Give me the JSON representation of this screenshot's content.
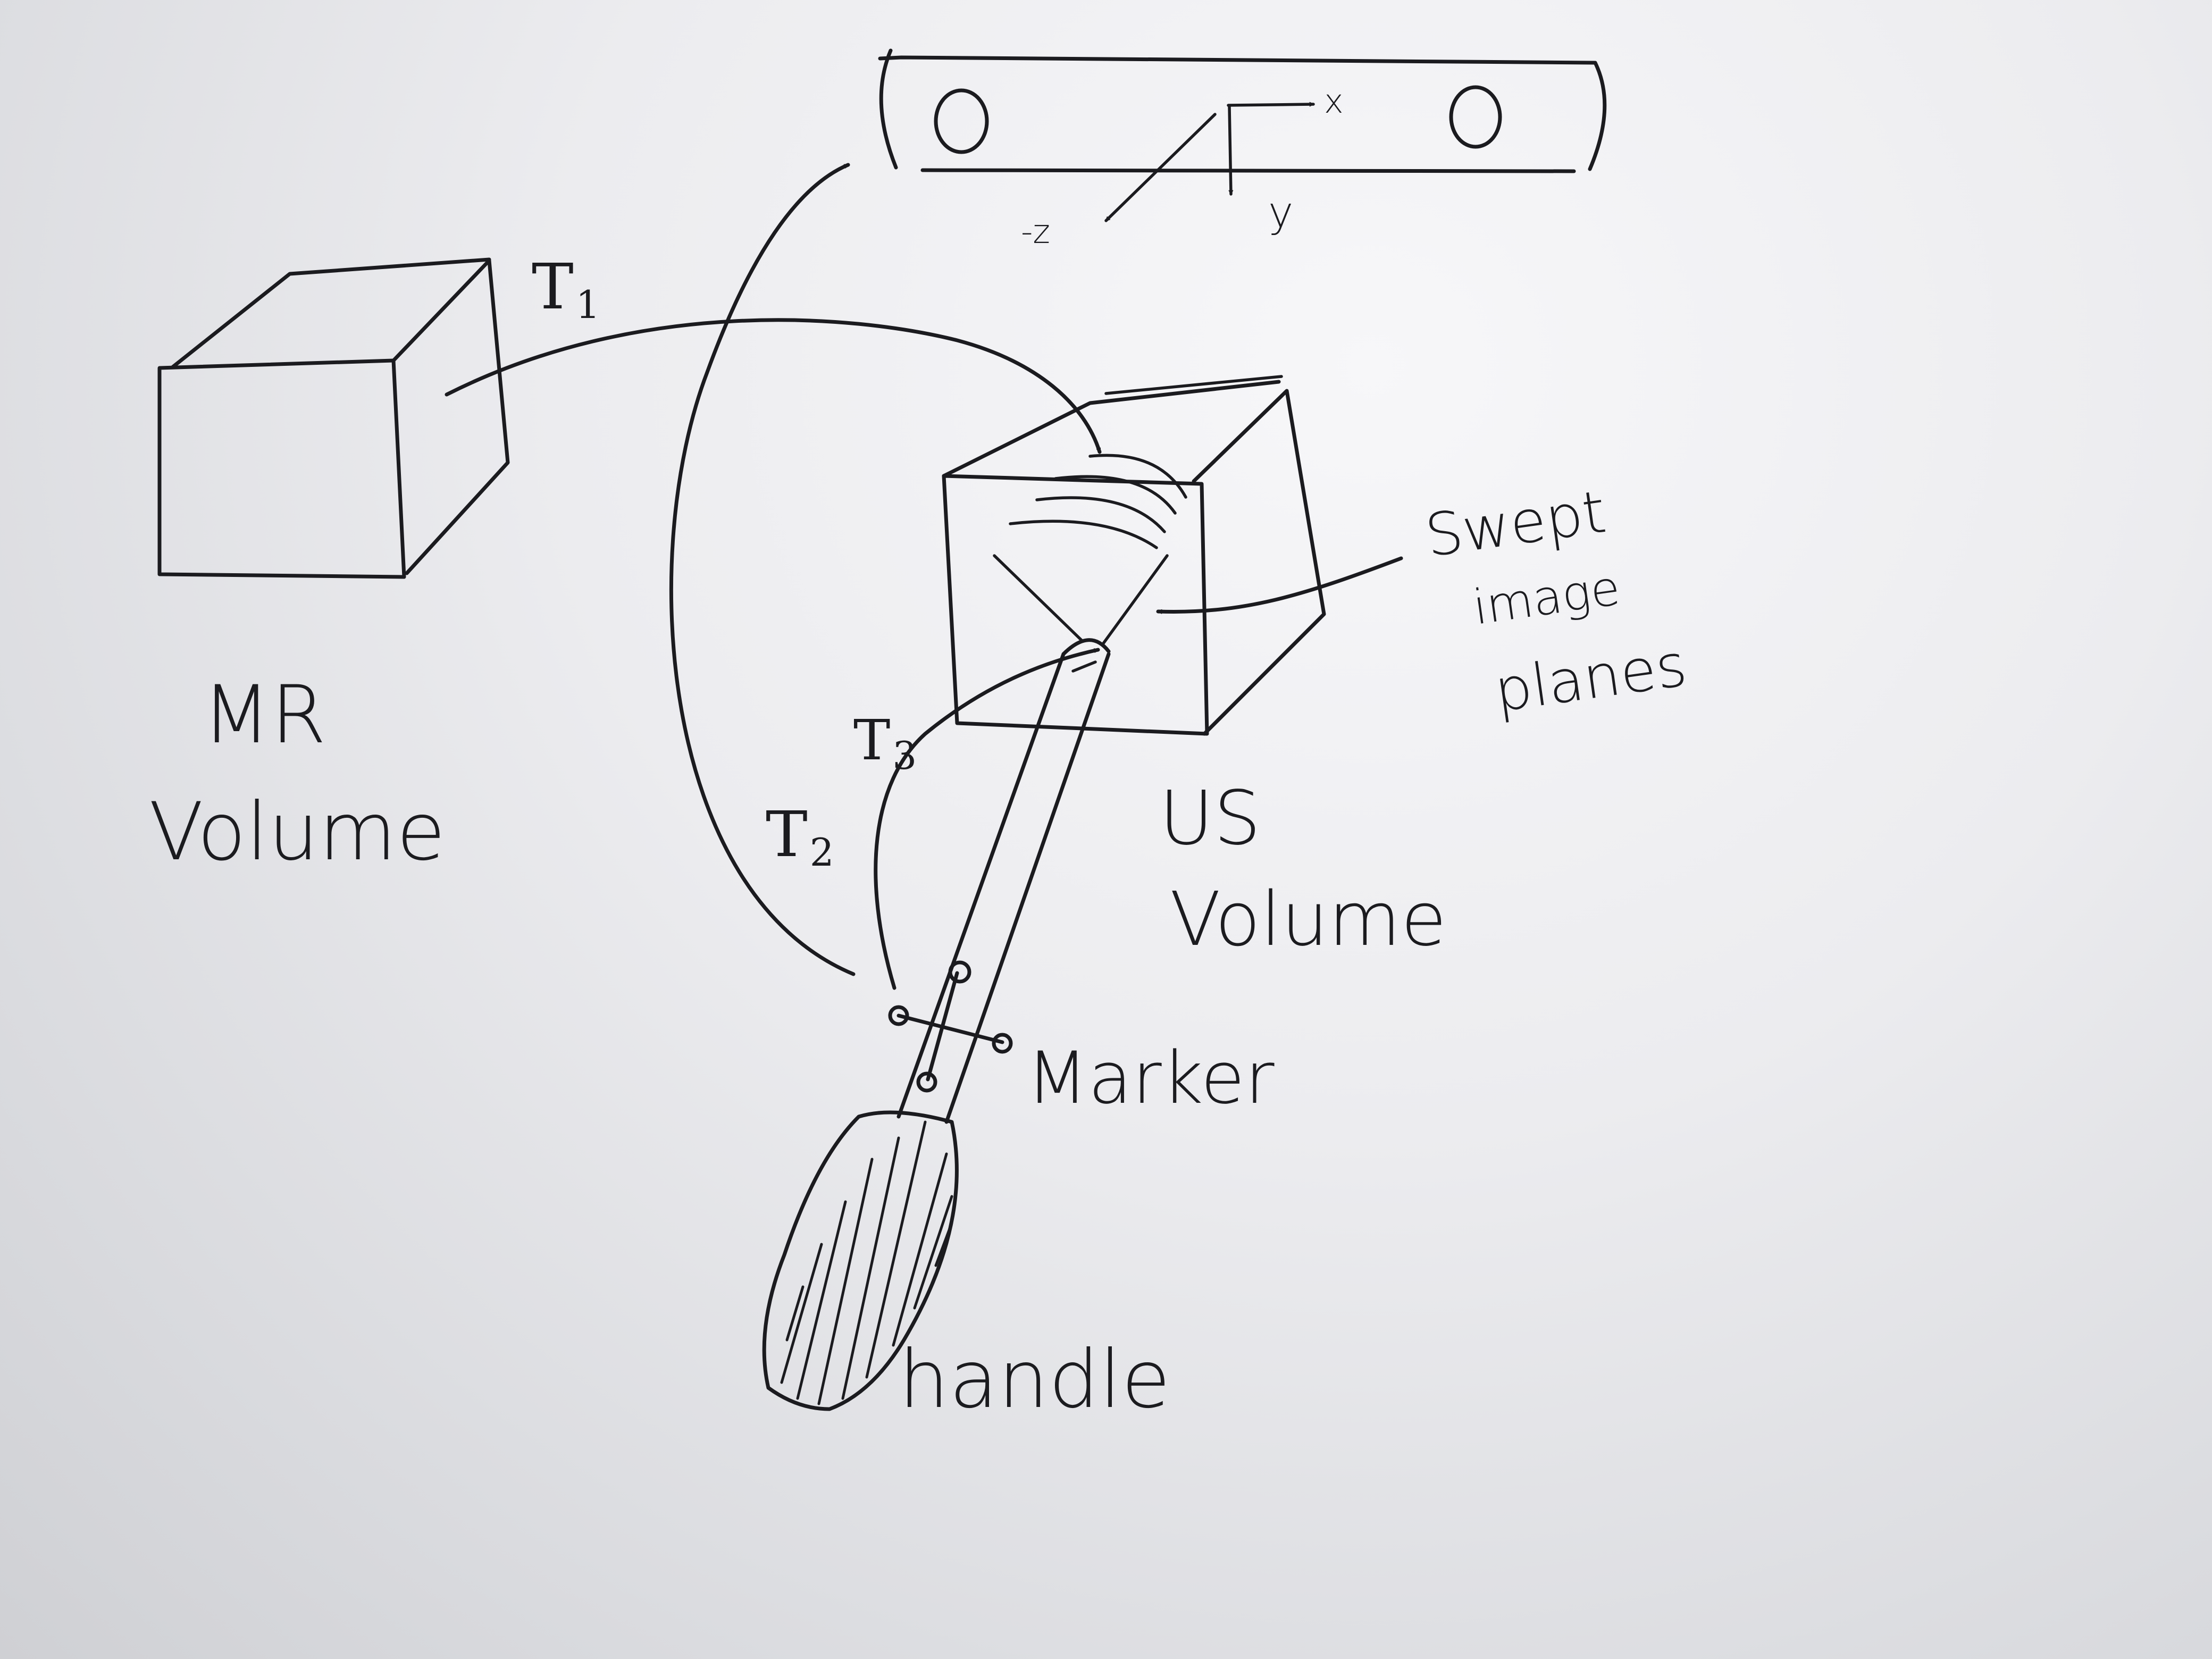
{
  "labels": {
    "mr_volume": [
      "MR",
      "Volume"
    ],
    "us_volume": [
      "US",
      "Volume"
    ],
    "swept": [
      "Swept",
      "image",
      "planes"
    ],
    "marker": "Marker",
    "handle": "handle"
  },
  "transforms": {
    "t1": {
      "symbol": "T",
      "sub": "1"
    },
    "t2": {
      "symbol": "T",
      "sub": "2"
    },
    "t3": {
      "symbol": "T",
      "sub": "3"
    }
  },
  "axes": {
    "x": "x",
    "y": "y",
    "z": "-z"
  },
  "colors": {
    "ink": "#1b1b1f",
    "paper": "#ececef"
  }
}
